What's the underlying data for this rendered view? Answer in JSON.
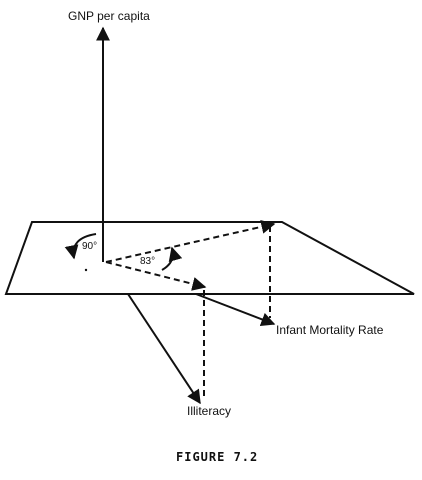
{
  "diagram": {
    "axes": {
      "gnp_label": "GNP per capita",
      "infant_mortality_label": "Infant Mortality Rate",
      "illiteracy_label": "Illiteracy"
    },
    "angles": {
      "right_angle_label": "90°",
      "projection_angle_label": "83°"
    },
    "caption": "FIGURE 7.2",
    "colors": {
      "ink": "#111111",
      "background": "#ffffff"
    }
  }
}
